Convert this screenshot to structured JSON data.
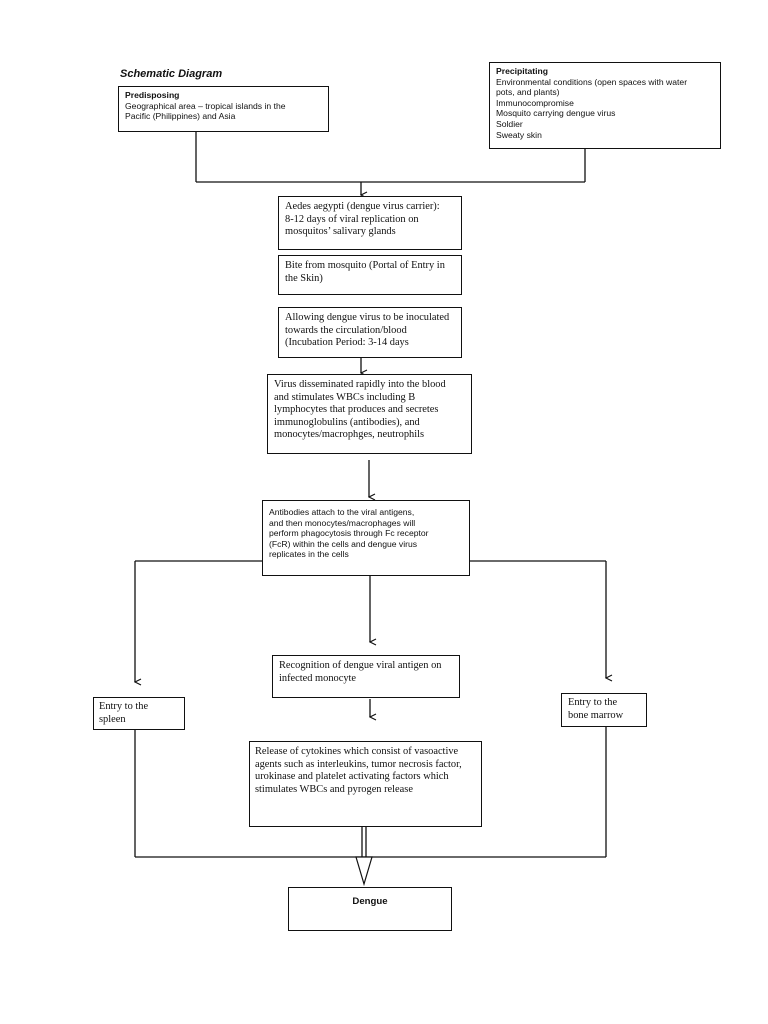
{
  "title": "Schematic Diagram",
  "predisposing": {
    "heading": "Predisposing",
    "lines": [
      "Geographical area – tropical islands in the",
      "Pacific (Philippines) and Asia"
    ]
  },
  "precipitating": {
    "heading": "Precipitating",
    "lines": [
      "Environmental conditions (open spaces with water",
      "pots, and plants)",
      "Immunocompromise",
      "Mosquito carrying dengue virus",
      "Soldier",
      "Sweaty skin"
    ]
  },
  "steps": {
    "aedes": [
      "Aedes aegypti (dengue virus carrier):",
      "8-12 days of viral replication on",
      "mosquitos’ salivary glands"
    ],
    "bite": [
      "Bite from mosquito (Portal of Entry in",
      "the Skin)"
    ],
    "inoculation": [
      "Allowing dengue virus to be inoculated",
      "towards the circulation/blood",
      "(Incubation Period: 3-14 days"
    ],
    "dissemination": [
      "Virus disseminated rapidly into the blood",
      "and stimulates WBCs including B",
      "lymphocytes that produces and secretes",
      "immunoglobulins (antibodies), and",
      "monocytes/macrophges, neutrophils"
    ],
    "antibodies": [
      "Antibodies attach to the viral antigens,",
      "and then monocytes/macrophages will",
      "perform phagocytosis through Fc receptor",
      "(FcR) within the cells and dengue virus",
      "replicates in the cells"
    ],
    "recognition": [
      "Recognition of dengue viral antigen on",
      "infected monocyte"
    ],
    "spleen": [
      "Entry to the",
      "spleen"
    ],
    "bone_marrow": [
      "Entry to the",
      "bone marrow"
    ],
    "cytokines": [
      "Release of cytokines which consist of vasoactive",
      "agents such as interleukins, tumor necrosis factor,",
      "urokinase and platelet activating factors which",
      "stimulates WBCs and pyrogen release"
    ],
    "dengue": "Dengue"
  },
  "colors": {
    "line": "#111111",
    "background": "#ffffff"
  }
}
